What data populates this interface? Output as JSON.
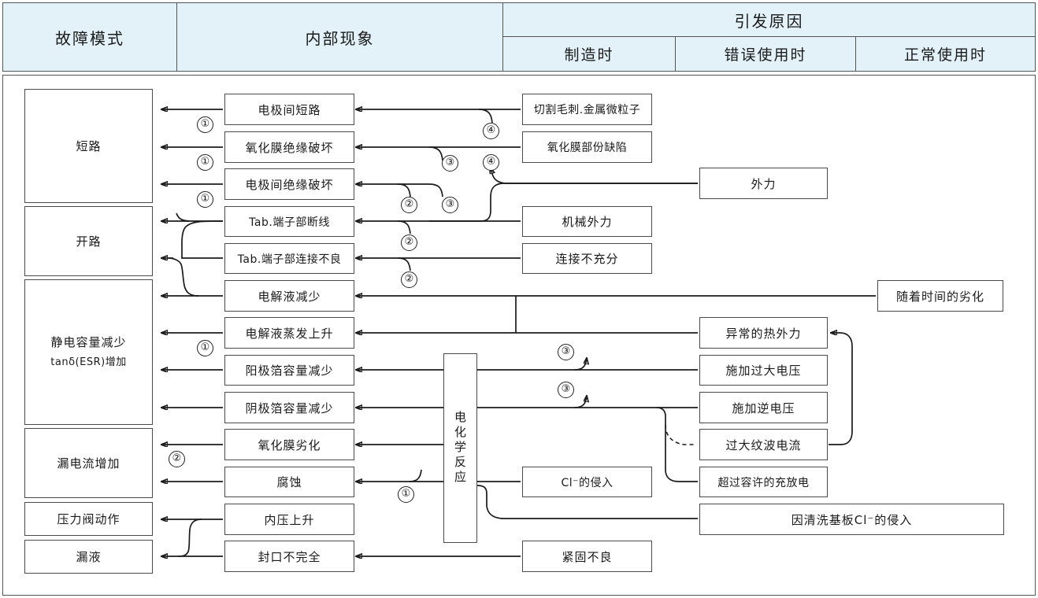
{
  "header": {
    "col_failure_mode": "故障模式",
    "col_internal": "内部现象",
    "col_cause_group": "引发原因",
    "col_cause_manufacture": "制造时",
    "col_cause_misuse": "错误使用时",
    "col_cause_normal": "正常使用时"
  },
  "failure_modes": [
    {
      "label": "短路"
    },
    {
      "label": "开路"
    },
    {
      "label": "静电容量减少",
      "label2": "tanδ(ESR)增加"
    },
    {
      "label": "漏电流增加"
    },
    {
      "label": "压力阀动作"
    },
    {
      "label": "漏液"
    }
  ],
  "internal_phenomena": [
    {
      "label": "电极间短路"
    },
    {
      "label": "氧化膜绝缘破坏"
    },
    {
      "label": "电极间绝缘破坏"
    },
    {
      "label": "Tab.端子部断线"
    },
    {
      "label": "Tab.端子部连接不良"
    },
    {
      "label": "电解液减少"
    },
    {
      "label": "电解液蒸发上升"
    },
    {
      "label": "阳极箔容量减少"
    },
    {
      "label": "阴极箔容量减少"
    },
    {
      "label": "氧化膜劣化"
    },
    {
      "label": "腐蚀"
    },
    {
      "label": "内压上升"
    },
    {
      "label": "封口不完全"
    }
  ],
  "reaction_node": {
    "label": "电化学反应"
  },
  "causes_manufacture": [
    {
      "label": "切割毛刺.金属微粒子"
    },
    {
      "label": "氧化膜部份缺陷"
    },
    {
      "label": "机械外力"
    },
    {
      "label": "连接不充分"
    },
    {
      "label": "Cl⁻的侵入"
    },
    {
      "label": "紧固不良"
    }
  ],
  "causes_misuse": [
    {
      "label": "异常的热外力"
    },
    {
      "label": "施加过大电压"
    },
    {
      "label": "施加逆电压"
    },
    {
      "label": "过大纹波电流"
    },
    {
      "label": "超过容许的充放电"
    },
    {
      "label": "因清洗基板Cl⁻的侵入"
    }
  ],
  "causes_normal": [
    {
      "label": "外力"
    },
    {
      "label": "随着时间的劣化"
    }
  ],
  "step_markers": [
    {
      "n": "①"
    },
    {
      "n": "①"
    },
    {
      "n": "①"
    },
    {
      "n": "②"
    },
    {
      "n": "②"
    },
    {
      "n": "②"
    },
    {
      "n": "③"
    },
    {
      "n": "③"
    },
    {
      "n": "③"
    },
    {
      "n": "③"
    },
    {
      "n": "④"
    },
    {
      "n": "④"
    },
    {
      "n": "①"
    },
    {
      "n": "②"
    },
    {
      "n": "①"
    }
  ],
  "colors": {
    "header_fill": "#e2f2f8",
    "border": "#555555",
    "box_border": "#4a4a4a",
    "wire": "#1b1b1b"
  }
}
